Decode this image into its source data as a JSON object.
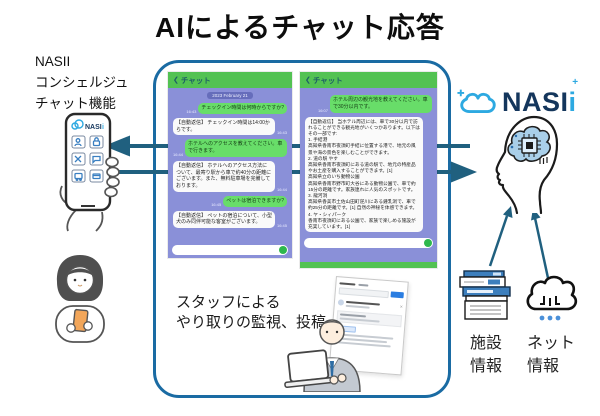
{
  "title": "AIによるチャット応答",
  "left_panel": {
    "label_lines": [
      "NASII",
      "コンシェルジュ",
      "チャット機能"
    ],
    "phone_logo": {
      "main": "NASI",
      "accent": "i"
    }
  },
  "center_box": {
    "chat_left": {
      "back_glyph": "❮",
      "header": "チャット",
      "date": "2023 February 21",
      "messages": [
        {
          "role": "user",
          "text": "チェックイン時間は何時からですか?",
          "time": "16:43"
        },
        {
          "role": "bot",
          "text": "【自動返信】 チェックイン時間は14:00からです。",
          "time": "16:43"
        },
        {
          "role": "user",
          "text": "ホテルへのアクセスを教えてください。車で行きます。",
          "time": "16:44"
        },
        {
          "role": "bot",
          "text": "【自動返信】 ホテルへのアクセス方法について、最寄り駅から車で約40分の距離にございます。また、無料駐車場を完備しております。",
          "time": "16:44"
        },
        {
          "role": "user",
          "text": "ペットは宿泊できますか?",
          "time": "16:45"
        },
        {
          "role": "bot",
          "text": "【自動返信】 ペットの宿泊について、小型犬のみ同伴可能な客室がございます。",
          "time": "16:45"
        }
      ]
    },
    "chat_right": {
      "back_glyph": "❮",
      "header": "チャット",
      "messages": [
        {
          "role": "user",
          "text": "ホテル周辺の観光地を教えてください。車で30分以内です。",
          "time": "16:07"
        },
        {
          "role": "bot",
          "text": "【自動返信】 当ホテル周辺には、車で30分以内で訪れることができる観光地がいくつかあります。以下はその一部です:\n1. 手結港\n高知県香南市夜須町手結に位置する港で、地元の風景や海の景色を楽しむことができます。\n2. 道の駅 やす\n高知県香南市夜須町にある道の駅で、地元の特産品やお土産を購入することができます。[1]\n高知県立のいち動物公園\n高知県香南市野市町大谷にある動物公園で、車で約15分の距離です。家族連れに人気のスポットです。\n3. 龍河洞\n高知県香美市土佐山田町逆川にある鍾乳洞で、車で約25分の距離です。[1] 自然の神秘を体感できます。\n4. ヤ・シィパーク\n香南市夜須町にある公園で、家族で楽しめる施設が充実しています。[1]"
        }
      ]
    },
    "staff_label_lines": [
      "スタッフによる",
      "やり取りの監視、投稿"
    ]
  },
  "right_panel": {
    "logo": {
      "main": "NASI",
      "accent": "i",
      "sparkle": "+"
    },
    "facility_label_lines": [
      "施設",
      "情報"
    ],
    "net_label_lines": [
      "ネット",
      "情報"
    ]
  },
  "icons": {
    "back": "back-chevron",
    "send": "send-circle",
    "logo_cloud": "cloud-logo",
    "phone": "smartphone-in-hand",
    "woman": "woman-with-phone",
    "man": "man-at-laptop",
    "head": "ai-brain-head",
    "books": "books-stack",
    "net_cloud": "network-cloud"
  },
  "colors": {
    "box_border": "#1a6ba3",
    "arrow": "#20607f",
    "chat_header_green": "#53c253",
    "chat_body_purple": "#8a90d8",
    "bubble_green": "#68dd69",
    "send_green": "#2eb84d",
    "logo_blue": "#2da9e1",
    "logo_navy": "#14365c",
    "books_blue": "#3d7fbd",
    "brain_blue": "#a9cfe9"
  }
}
